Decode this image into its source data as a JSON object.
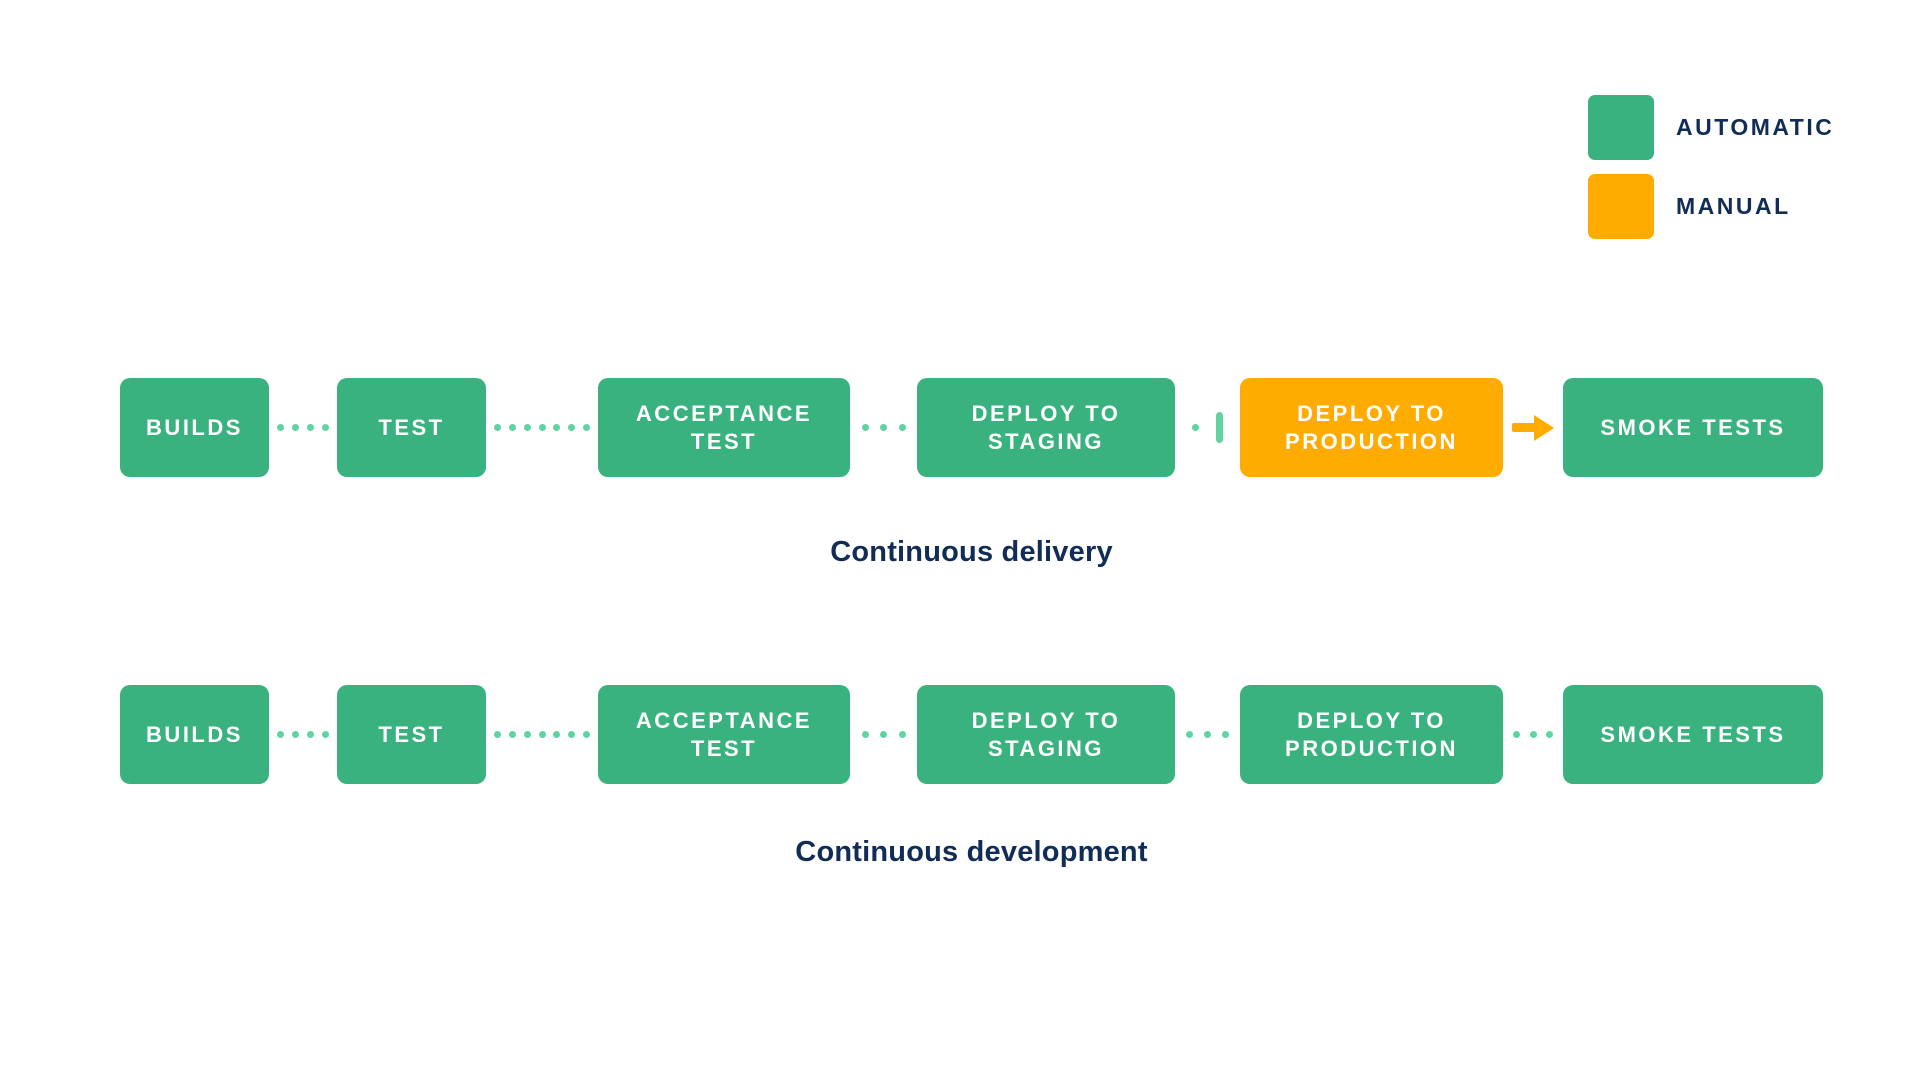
{
  "colors": {
    "green": "#39B27F",
    "orange": "#FFAB00",
    "dot": "#61D3A2",
    "navy": "#112D55",
    "stepText": "#FFFFFF",
    "bg": "#FFFFFF"
  },
  "legend": {
    "items": [
      {
        "label": "AUTOMATIC",
        "mode": "automatic"
      },
      {
        "label": "MANUAL",
        "mode": "manual"
      }
    ]
  },
  "pipelines": [
    {
      "caption": "Continuous delivery",
      "steps": [
        {
          "label": "BUILDS",
          "mode": "automatic"
        },
        {
          "label": "TEST",
          "mode": "automatic"
        },
        {
          "label": "ACCEPTANCE TEST",
          "mode": "automatic"
        },
        {
          "label": "DEPLOY TO STAGING",
          "mode": "automatic"
        },
        {
          "label": "DEPLOY TO PRODUCTION",
          "mode": "manual"
        },
        {
          "label": "SMOKE TESTS",
          "mode": "automatic"
        }
      ],
      "connectors": [
        "dots-4",
        "dots-7",
        "dots-3",
        "dot-then-pause-bar",
        "manual-arrow"
      ]
    },
    {
      "caption": "Continuous development",
      "steps": [
        {
          "label": "BUILDS",
          "mode": "automatic"
        },
        {
          "label": "TEST",
          "mode": "automatic"
        },
        {
          "label": "ACCEPTANCE TEST",
          "mode": "automatic"
        },
        {
          "label": "DEPLOY TO STAGING",
          "mode": "automatic"
        },
        {
          "label": "DEPLOY TO PRODUCTION",
          "mode": "automatic"
        },
        {
          "label": "SMOKE TESTS",
          "mode": "automatic"
        }
      ],
      "connectors": [
        "dots-4",
        "dots-7",
        "dots-3",
        "dots-3",
        "dots-3"
      ]
    }
  ]
}
